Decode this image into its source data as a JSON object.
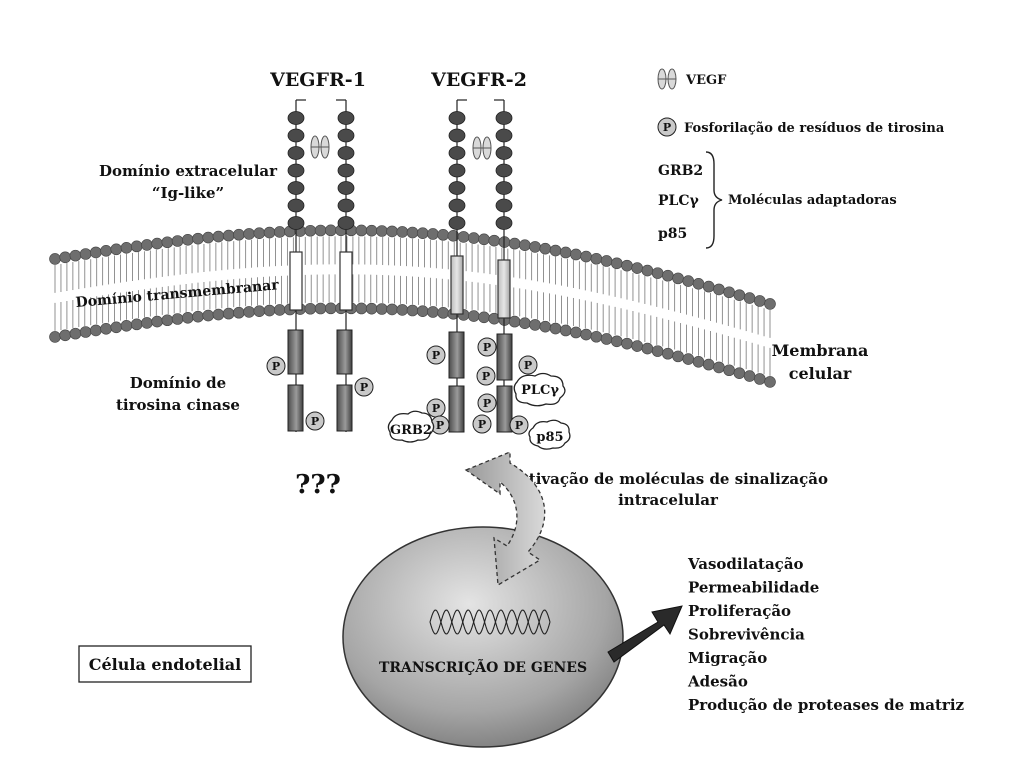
{
  "receptors": {
    "vegfr1_label": "VEGFR-1",
    "vegfr2_label": "VEGFR-2"
  },
  "legend": {
    "vegf": "VEGF",
    "phospho_symbol": "P",
    "phospho": "Fosforilação de resíduos de tirosina",
    "adaptors": [
      "GRB2",
      "PLCγ",
      "p85"
    ],
    "adaptors_label": "Moléculas adaptadoras"
  },
  "domains": {
    "extracellular_line1": "Domínio extracelular",
    "extracellular_line2": "“Ig-like”",
    "transmembrane": "Domínio transmembranar",
    "kinase_line1": "Domínio de",
    "kinase_line2": "tirosina cinase"
  },
  "membrane": {
    "line1": "Membrana",
    "line2": "celular"
  },
  "adaptor_tags": {
    "grb2": "GRB2",
    "plc": "PLCγ",
    "p85": "p85"
  },
  "unknown": "???",
  "activation": {
    "line1": "Activação de moléculas de sinalização",
    "line2": "intracelular"
  },
  "nucleus_label": "TRANSCRIÇÃO DE GENES",
  "cell_label": "Célula endotelial",
  "outcomes": [
    "Vasodilatação",
    "Permeabilidade",
    "Proliferação",
    "Sobrevivência",
    "Migração",
    "Adesão",
    "Produção de proteases de matriz"
  ],
  "colors": {
    "lipid_head": "#6e6e6e",
    "ig_domain": "#4a4a4a",
    "kinase": "#6a6a6a",
    "nucleus": "#a8a8a8"
  }
}
